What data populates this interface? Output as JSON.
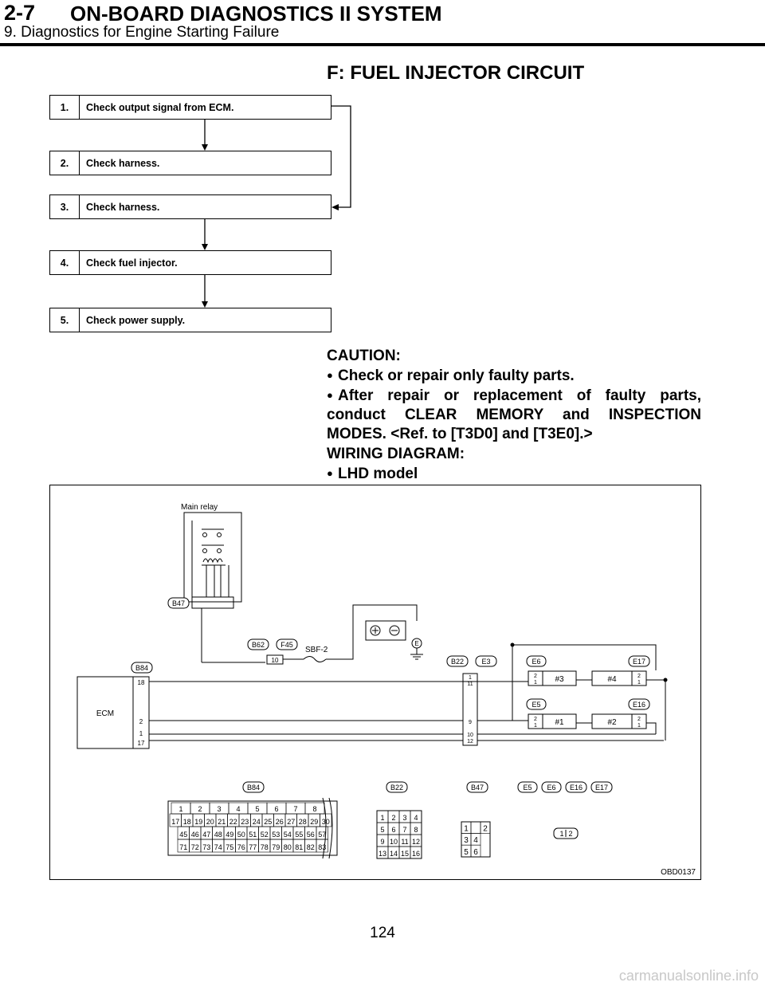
{
  "header": {
    "section_number": "2-7",
    "title": "ON-BOARD DIAGNOSTICS II SYSTEM",
    "subtitle": "9. Diagnostics for Engine Starting Failure"
  },
  "section_title": "F: FUEL INJECTOR CIRCUIT",
  "steps": [
    {
      "num": "1.",
      "text": "Check output signal from ECM."
    },
    {
      "num": "2.",
      "text": "Check harness."
    },
    {
      "num": "3.",
      "text": "Check harness."
    },
    {
      "num": "4.",
      "text": "Check fuel injector."
    },
    {
      "num": "5.",
      "text": "Check power supply."
    }
  ],
  "caution": {
    "heading": "CAUTION:",
    "bullet_glyph": "●",
    "items": [
      "Check or repair only faulty parts.",
      "After repair or replacement of faulty parts, conduct CLEAR MEMORY and INSPECTION MODES. <Ref. to [T3D0] and [T3E0].>"
    ]
  },
  "wiring": {
    "heading": "WIRING DIAGRAM:",
    "model": "LHD model"
  },
  "diagram": {
    "main_relay": "Main relay",
    "ecm": "ECM",
    "fuse": "SBF-2",
    "fuse_pin": "10",
    "connector_tags": {
      "b47": "B47",
      "b62": "B62",
      "f45": "F45",
      "b84": "B84",
      "b22": "B22",
      "e3": "E3",
      "e6": "E6",
      "e5": "E5",
      "e17": "E17",
      "e16": "E16"
    },
    "ground": "E",
    "ecm_pins": [
      "18",
      "2",
      "1",
      "17"
    ],
    "e3_pins": [
      "1",
      "11",
      "9",
      "10",
      "12"
    ],
    "injectors": [
      "#3",
      "#1",
      "#4",
      "#2"
    ],
    "injector_pins": [
      "2",
      "1"
    ],
    "connector_views": {
      "b84": "B84",
      "b22": "B22",
      "b47": "B47",
      "e5": "E5",
      "e6": "E6",
      "e16": "E16",
      "e17": "E17"
    },
    "b84_rows": [
      [
        "1",
        "2",
        "3",
        "4",
        "5",
        "6",
        "7",
        "8"
      ],
      [
        "17",
        "18",
        "19",
        "20",
        "21",
        "22",
        "23",
        "24",
        "25",
        "26",
        "27",
        "28",
        "29",
        "30"
      ],
      [
        "45",
        "46",
        "47",
        "48",
        "49",
        "50",
        "51",
        "52",
        "53",
        "54",
        "55",
        "56",
        "57"
      ],
      [
        "71",
        "72",
        "73",
        "74",
        "75",
        "76",
        "77",
        "78",
        "79",
        "80",
        "81",
        "82",
        "83"
      ]
    ],
    "b22_rows": [
      [
        "1",
        "2",
        "3",
        "4"
      ],
      [
        "5",
        "6",
        "7",
        "8"
      ],
      [
        "9",
        "10",
        "11",
        "12"
      ],
      [
        "13",
        "14",
        "15",
        "16"
      ]
    ],
    "b47_rows": [
      [
        "1",
        "",
        "2"
      ],
      [
        "3",
        "4"
      ],
      [
        "5",
        "6"
      ]
    ],
    "small_conn": [
      "1",
      "2"
    ],
    "code": "OBD0137"
  },
  "page_number": "124",
  "watermark": "carmanualsonline.info"
}
